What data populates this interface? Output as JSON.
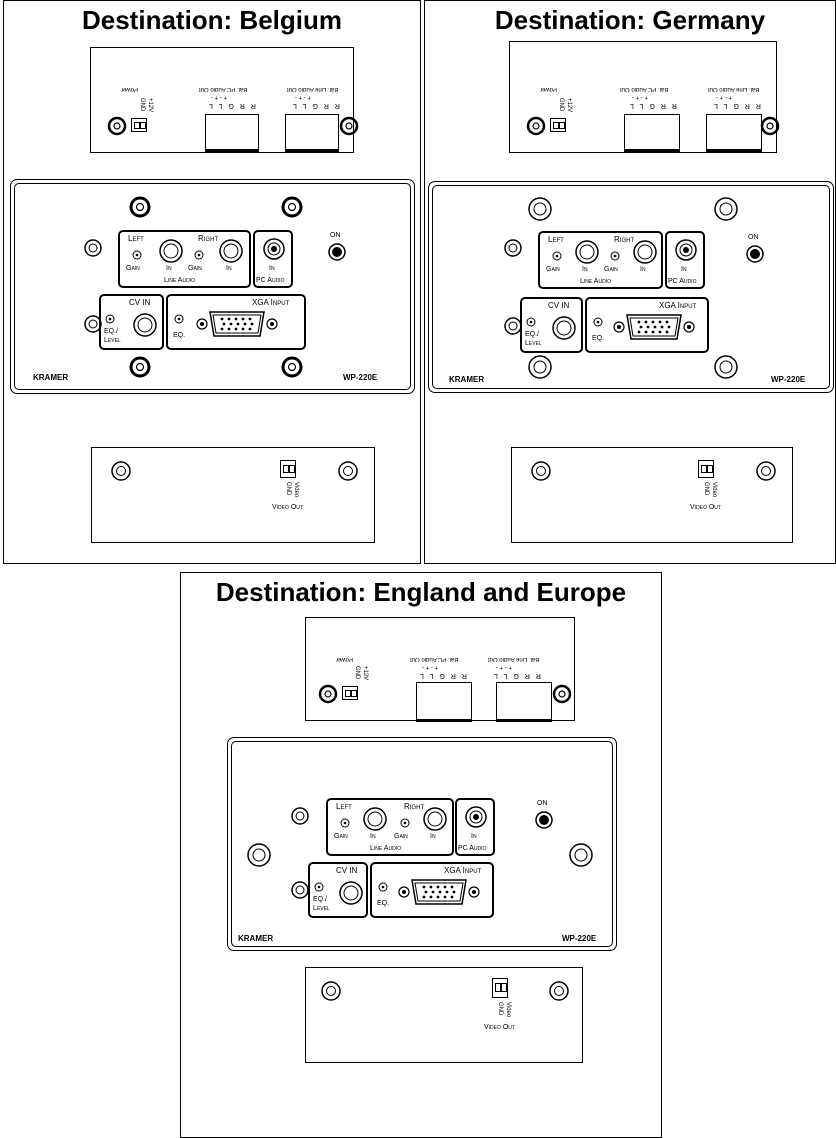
{
  "panels": [
    {
      "id": "belgium",
      "title": "Destination: Belgium",
      "model": "WP-220E"
    },
    {
      "id": "germany",
      "title": "Destination: Germany",
      "model": "WP-220E"
    },
    {
      "id": "england",
      "title": "Destination: England and Europe",
      "model": "WP-220E"
    }
  ],
  "top_panel": {
    "power_label": "Power",
    "power_terms": "GND +12V",
    "pc_audio_out": "Bal. PC Audio Out",
    "pc_signs": "+  -    +  -",
    "pc_letters": "R R G L L",
    "line_audio_out": "Bal. Line Audio Out",
    "line_signs": "+  -    +  -",
    "line_letters": "R R G L L"
  },
  "main_panel": {
    "brand": "KRAMER",
    "left": "Left",
    "right": "Right",
    "gain": "Gain",
    "in": "In",
    "line_audio": "Line Audio",
    "pc_audio": "PC Audio",
    "on": "ON",
    "cv_in": "CV IN",
    "eq_level_1": "EQ./",
    "eq_level_2": "Level",
    "xga_input": "XGA Input",
    "eq": "EQ."
  },
  "bottom_panel": {
    "gnd": "GND",
    "video": "Video",
    "video_out": "Video Out"
  }
}
